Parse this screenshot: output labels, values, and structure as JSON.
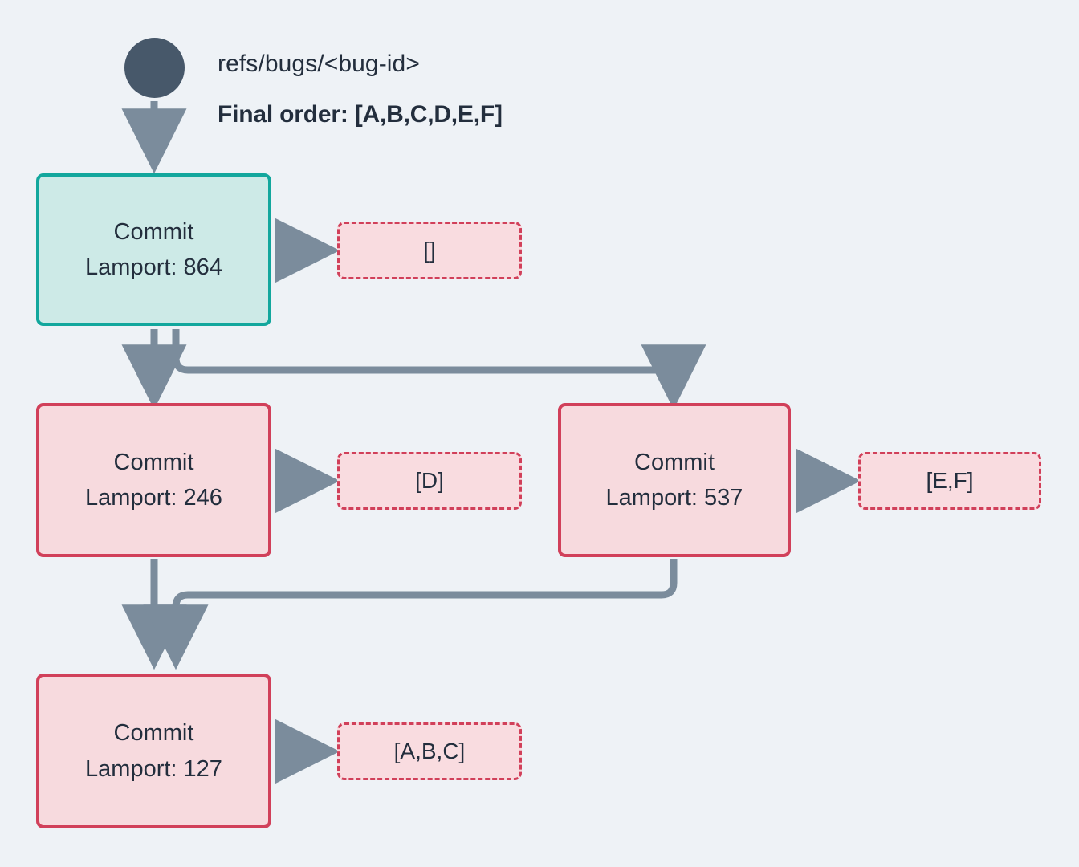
{
  "diagram": {
    "title_ref": "refs/bugs/<bug-id>",
    "final_order": "Final order: [A,B,C,D,E,F]",
    "background_color": "#eef2f6",
    "root_node": {
      "name": "root-ref-node",
      "color": "#47586a"
    },
    "edge_color": "#7b8c9c",
    "accent_teal": "#12a79d",
    "accent_pink": "#d1405a",
    "text_color": "#232e3d"
  },
  "nodes": [
    {
      "id": "commit-864",
      "line1": "Commit",
      "line2": "Lamport: 864",
      "lamport": 864,
      "style": "teal",
      "payload": "[]"
    },
    {
      "id": "commit-246",
      "line1": "Commit",
      "line2": "Lamport: 246",
      "lamport": 246,
      "style": "pink",
      "payload": "[D]"
    },
    {
      "id": "commit-537",
      "line1": "Commit",
      "line2": "Lamport: 537",
      "lamport": 537,
      "style": "pink",
      "payload": "[E,F]"
    },
    {
      "id": "commit-127",
      "line1": "Commit",
      "line2": "Lamport: 127",
      "lamport": 127,
      "style": "pink",
      "payload": "[A,B,C]"
    }
  ],
  "edges": [
    {
      "from": "root-ref-node",
      "to": "commit-864"
    },
    {
      "from": "commit-864",
      "to": "commit-246"
    },
    {
      "from": "commit-864",
      "to": "commit-537"
    },
    {
      "from": "commit-246",
      "to": "commit-127"
    },
    {
      "from": "commit-537",
      "to": "commit-127"
    },
    {
      "from": "commit-864",
      "to": "payload-864"
    },
    {
      "from": "commit-246",
      "to": "payload-246"
    },
    {
      "from": "commit-537",
      "to": "payload-537"
    },
    {
      "from": "commit-127",
      "to": "payload-127"
    }
  ]
}
